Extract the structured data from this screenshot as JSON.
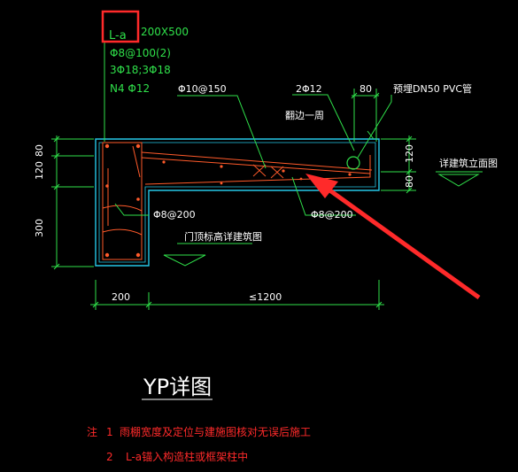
{
  "beam_labels": {
    "mark": "L-a",
    "section": "200X500",
    "stirrup": "Φ8@100(2)",
    "main_bars": "3Φ18;3Φ18",
    "side_bars": "N4 Φ12"
  },
  "annotations": {
    "slab_bar": "Φ10@150",
    "top_bar": "2Φ12",
    "bent_note": "翻边一周",
    "pipe_dim": "80",
    "pipe_note": "预埋DN50 PVC管",
    "left_dist": "Φ8@200",
    "right_dist": "Φ8@200",
    "door_note": "门顶标高详建筑图",
    "elev_note": "详建筑立面图"
  },
  "dimensions": {
    "left_top": "80",
    "left_mid": "120",
    "left_bottom": "300",
    "right_top": "120",
    "right_bottom": "80",
    "bottom_left": "200",
    "bottom_right": "≤1200"
  },
  "title": "YP详图",
  "notes": {
    "prefix": "注",
    "n1": "1",
    "line1": "雨棚宽度及定位与建施图核对无误后施工",
    "n2": "2",
    "line2": "L-a锚入构造柱或框架柱中"
  },
  "colors": {
    "background": "#000000",
    "dimension": "#2fe04a",
    "concrete_outline": "#25c8e8",
    "rebar": "#ff5a2a",
    "highlight": "#ff2a2a",
    "text": "#ffffff"
  }
}
